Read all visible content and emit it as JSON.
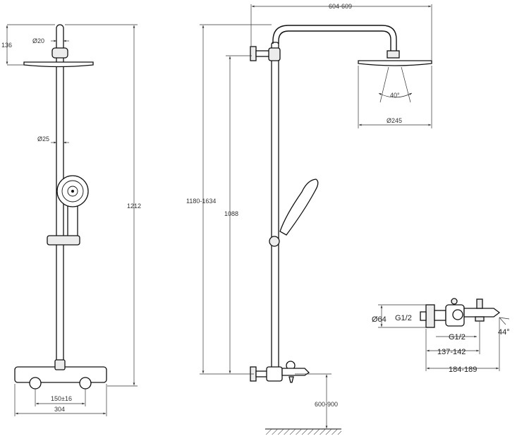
{
  "front_view": {
    "dims": {
      "top_offset": "136",
      "pipe_top_dia": "Ø20",
      "rail_dia": "Ø25",
      "total_height": "1212",
      "inlet_spacing": "150±16",
      "mixer_width": "304"
    }
  },
  "side_view": {
    "dims": {
      "arm_reach": "604-609",
      "height_range": "1180-1634",
      "rail_height": "1088",
      "spray_angle": "40°",
      "head_dia": "Ø245",
      "floor_height": "600-900"
    }
  },
  "detail_view": {
    "dims": {
      "body_dia": "Ø64",
      "thread_top": "G1/2",
      "thread_bottom": "G1/2",
      "depth_short": "137-142",
      "depth_long": "184-189",
      "spout_angle": "44°"
    }
  }
}
